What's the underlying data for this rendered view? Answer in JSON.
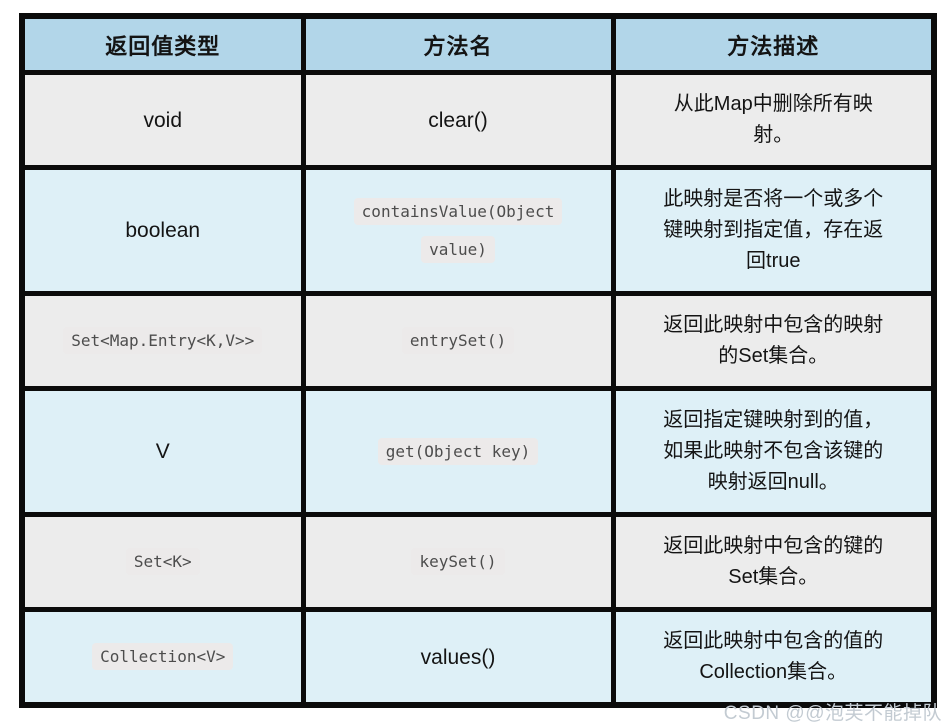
{
  "page": {
    "background": "#ffffff"
  },
  "table": {
    "columns": [
      {
        "label": "返回值类型"
      },
      {
        "label": "方法名"
      },
      {
        "label": "方法描述"
      }
    ],
    "rows": [
      {
        "return_type": "void",
        "return_is_code": false,
        "method": "clear()",
        "method_is_code": false,
        "description": "从此Map中删除所有映射。"
      },
      {
        "return_type": "boolean",
        "return_is_code": false,
        "method": "containsValue(Object value)",
        "method_is_code": true,
        "description": "此映射是否将一个或多个键映射到指定值，存在返回true"
      },
      {
        "return_type": "Set<Map.Entry<K,V>>",
        "return_is_code": true,
        "method": "entrySet()",
        "method_is_code": true,
        "description": "返回此映射中包含的映射的Set集合。"
      },
      {
        "return_type": "V",
        "return_is_code": false,
        "method": "get(Object key)",
        "method_is_code": true,
        "description": "返回指定键映射到的值，如果此映射不包含该键的映射返回null。"
      },
      {
        "return_type": "Set<K>",
        "return_is_code": true,
        "method": "keySet()",
        "method_is_code": true,
        "description": "返回此映射中包含的键的Set集合。"
      },
      {
        "return_type": "Collection<V>",
        "return_is_code": true,
        "method": "values()",
        "method_is_code": false,
        "description": "返回此映射中包含的值的Collection集合。"
      }
    ],
    "colors": {
      "header_bg": "#b2d6e9",
      "row_gray_bg": "#ececec",
      "row_blue_bg": "#def0f7",
      "border": "#0b0b0b",
      "code_bg": "#eceaea",
      "code_text": "#4d4d4d",
      "text": "#141414"
    }
  },
  "watermark": {
    "text": "CSDN @@泡芙不能掉队",
    "color": "#c3cbd2"
  }
}
